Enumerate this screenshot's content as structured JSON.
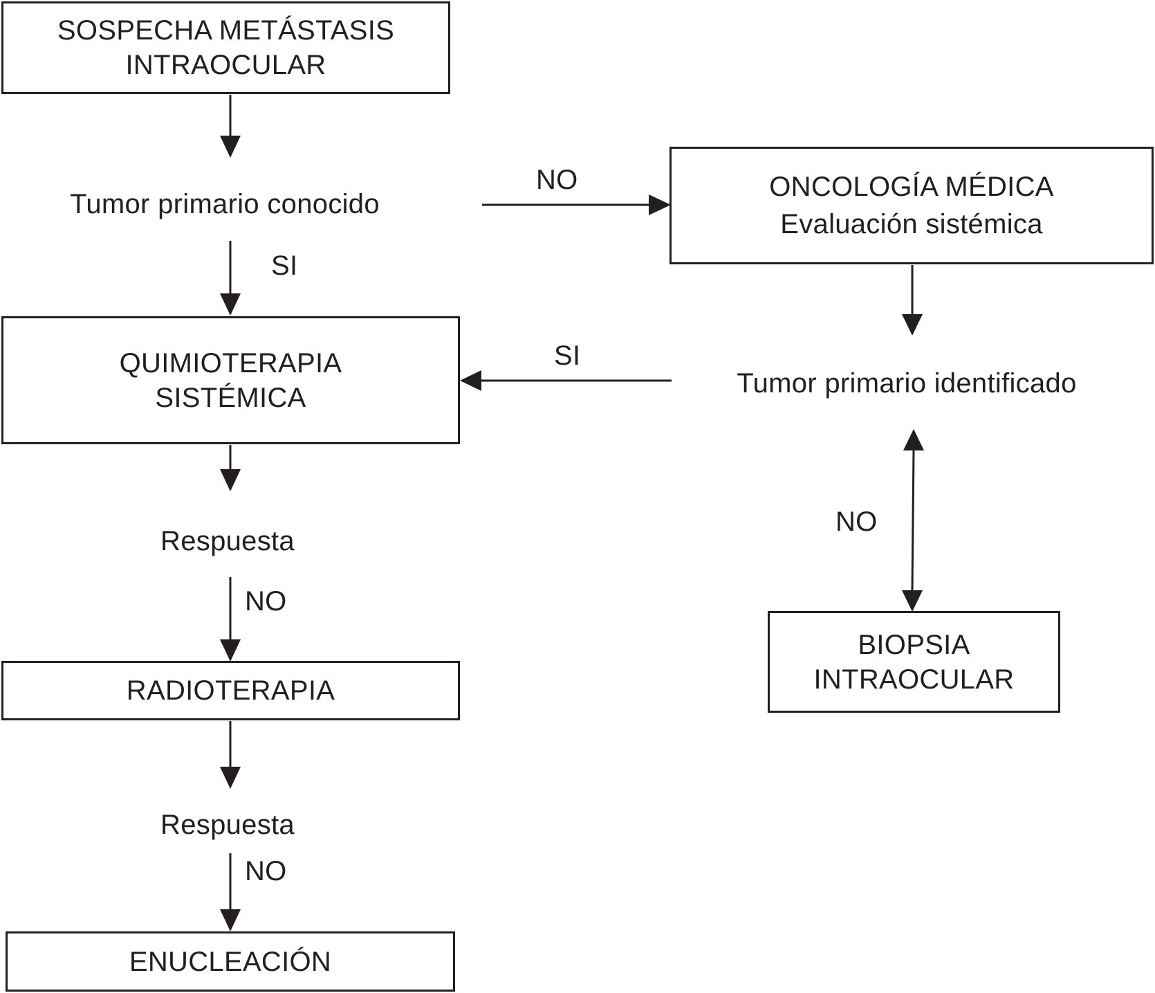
{
  "boxes": {
    "sospecha": {
      "line1": "SOSPECHA METÁSTASIS",
      "line2": "INTRAOCULAR"
    },
    "oncologia": {
      "line1": "ONCOLOGÍA MÉDICA",
      "line2": "Evaluación sistémica"
    },
    "quimioterapia": {
      "line1": "QUIMIOTERAPIA",
      "line2": "SISTÉMICA"
    },
    "biopsia": {
      "line1": "BIOPSIA",
      "line2": "INTRAOCULAR"
    },
    "radioterapia": {
      "line1": "RADIOTERAPIA"
    },
    "enucleacion": {
      "line1": "ENUCLEACIÓN"
    }
  },
  "decisions": {
    "tumor_conocido": "Tumor primario conocido",
    "tumor_identificado": "Tumor primario identificado",
    "respuesta_1": "Respuesta",
    "respuesta_2": "Respuesta"
  },
  "edge_labels": {
    "si_1": "SI",
    "no_1": "NO",
    "si_2": "SI",
    "no_2": "NO",
    "no_3": "NO",
    "no_4": "NO"
  },
  "colors": {
    "ink": "#231f20",
    "background": "#ffffff"
  }
}
